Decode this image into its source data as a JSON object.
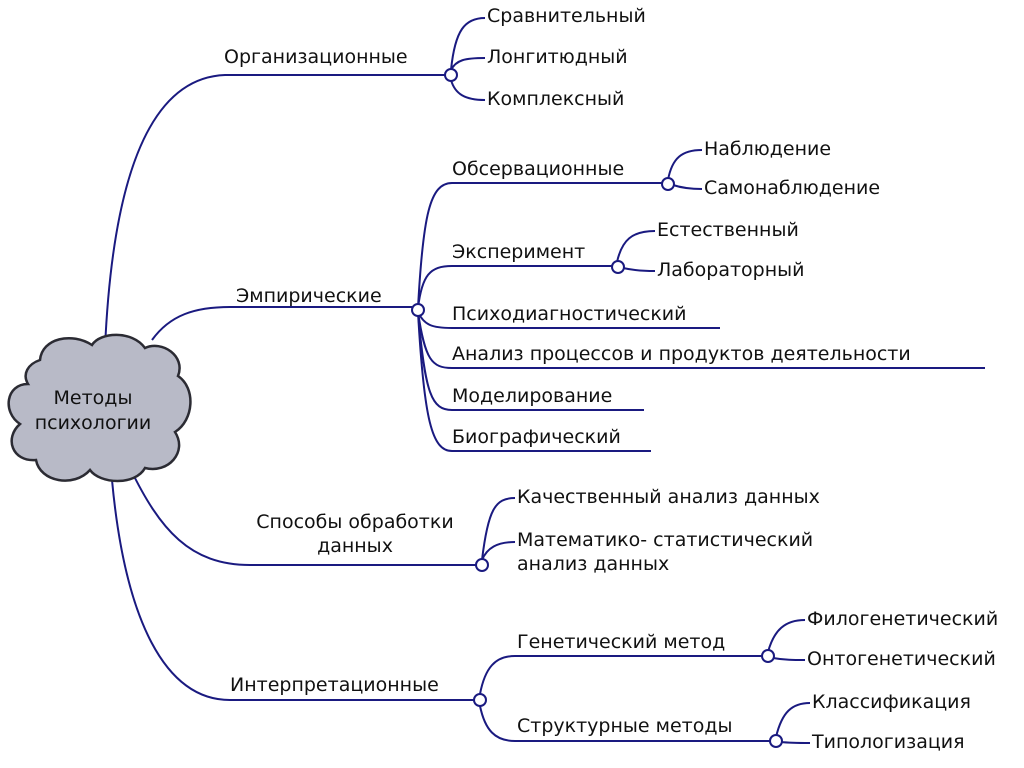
{
  "colors": {
    "line": "#1a1a80",
    "cloud_fill": "#b8bac7",
    "cloud_stroke": "#2b2b33",
    "text": "#111111"
  },
  "center": {
    "line1": "Методы",
    "line2": "психологии"
  },
  "branches": {
    "organizational": {
      "label": "Организационные",
      "children": [
        "Сравнительный",
        "Лонгитюдный",
        "Комплексный"
      ]
    },
    "empirical": {
      "label": "Эмпирические",
      "observational": {
        "label": "Обсервационные",
        "children": [
          "Наблюдение",
          "Самонаблюдение"
        ]
      },
      "experiment": {
        "label": "Эксперимент",
        "children": [
          "Естественный",
          "Лабораторный"
        ]
      },
      "leaves": [
        "Психодиагностический",
        "Анализ процессов и продуктов деятельности",
        "Моделирование",
        "Биографический"
      ]
    },
    "processing": {
      "label": "Способы обработки данных",
      "children": [
        "Качественный анализ данных",
        "Математико- статистический анализ данных"
      ]
    },
    "interpretational": {
      "label": "Интерпретационные",
      "genetic": {
        "label": "Генетический метод",
        "children": [
          "Филогенетический",
          "Онтогенетический"
        ]
      },
      "structural": {
        "label": "Структурные методы",
        "children": [
          "Классификация",
          "Типологизация"
        ]
      }
    }
  }
}
